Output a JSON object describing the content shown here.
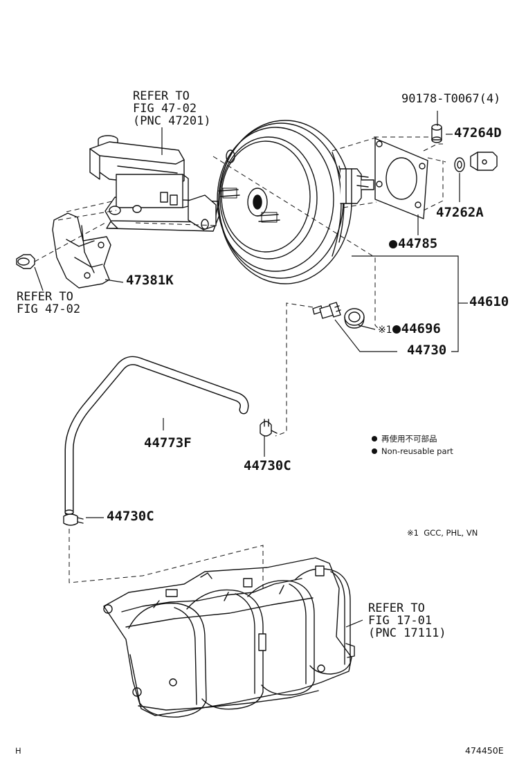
{
  "refs": {
    "master_cylinder": [
      "REFER TO",
      "FIG 47-02",
      "(PNC 47201)"
    ],
    "bracket": [
      "REFER TO",
      "FIG 47-02"
    ],
    "intake_manifold": [
      "REFER TO",
      "FIG 17-01",
      "(PNC 17111)"
    ]
  },
  "parts": {
    "nut": "90178-T0067(4)",
    "clevis": "47264D",
    "clevis_pin": "47262A",
    "gasket": "44785",
    "booster_assy": "44610",
    "check_valve_grommet": "44696",
    "grommet_note_mark": "※1",
    "check_valve": "44730",
    "bracket_part": "47381K",
    "vacuum_hose": "44773F",
    "clamp_upper": "44730C",
    "clamp_lower": "44730C"
  },
  "legend": {
    "line1": "再使用不可部品",
    "line2": "Non-reusable part",
    "note": "※1  GCC, PHL, VN"
  },
  "footer": {
    "left": "H",
    "right": "474450E"
  }
}
